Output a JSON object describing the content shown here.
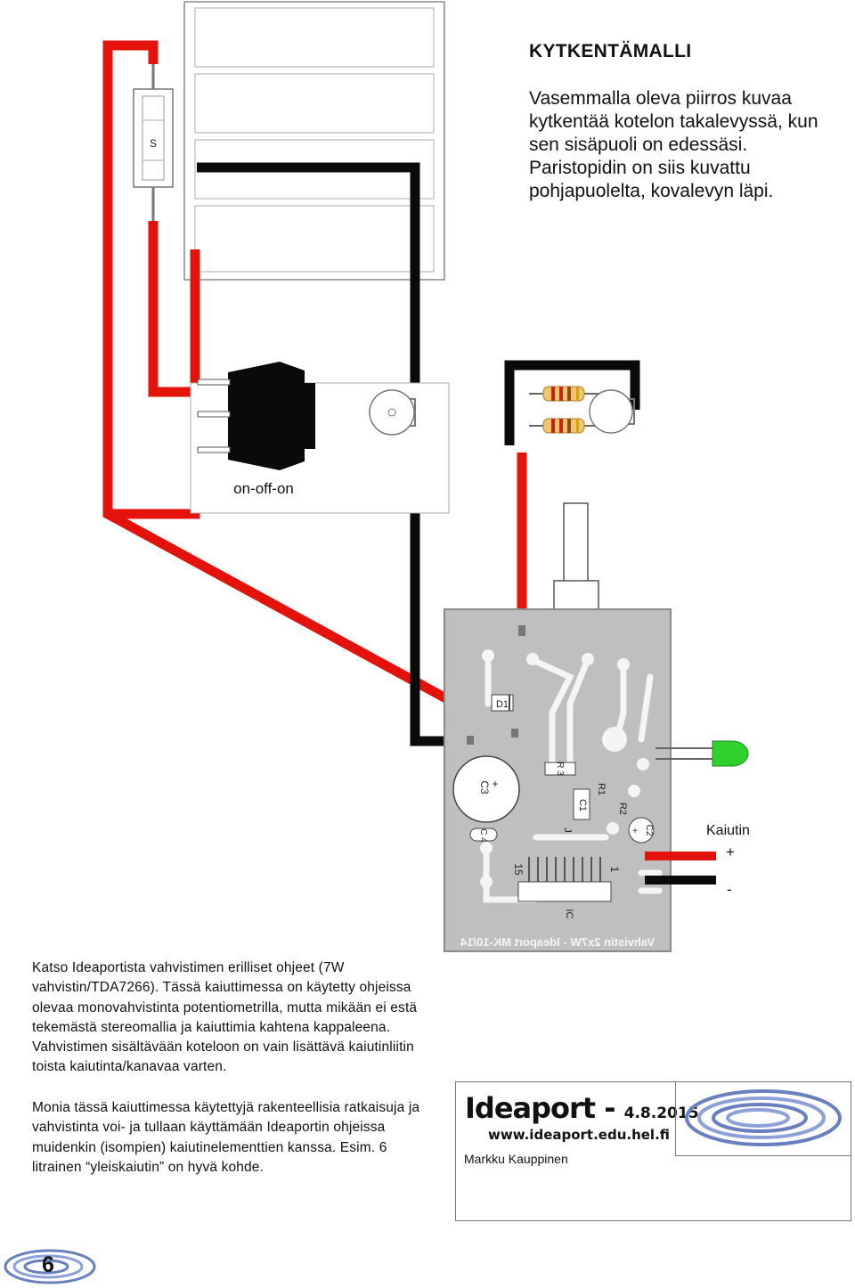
{
  "title": "KYTKENTÄMALLI",
  "intro": "Vasemmalla oleva piirros kuvaa kytkentää kotelon takalevyssä, kun sen sisäpuoli on edessäsi. Paristopidin on siis kuvattu pohjapuolelta, kovalevyn läpi.",
  "diagram": {
    "switch_label": "S",
    "onoff_label": "on-off-on",
    "speaker_label": "Kaiutin",
    "plus": "+",
    "minus": "-",
    "pcb_text": "Vahvistin 2x7W - Ideaport MK-10/14",
    "components": {
      "d1": "D1",
      "r3": "R 3",
      "r1": "R1",
      "r2": "R2",
      "c1": "C1",
      "c2": "C2",
      "c3": "C3",
      "c4": "C 4",
      "j": "J",
      "pin15": "15",
      "pin1": "1",
      "ic": "IC"
    },
    "colors": {
      "red": "#e3120b",
      "black": "#0a0a0a",
      "pcb": "#bfbfbf",
      "led": "#2fd12f"
    }
  },
  "paragraph1": "Katso Ideaportista vahvistimen erilliset ohjeet (7W vahvistin/TDA7266). Tässä kaiuttimessa on käytetty ohjeissa olevaa monovahvistinta potentiometrilla, mutta mikään ei estä tekemästä stereomallia ja kaiuttimia kahtena kappaleena. Vahvistimen sisältävään koteloon on vain lisättävä kaiutinliitin toista kaiutinta/kanavaa varten.",
  "paragraph2": "Monia tässä kaiuttimessa käytettyjä rakenteellisia ratkaisuja ja vahvistinta voi- ja tullaan käyttämään Ideaportin ohjeissa muidenkin (isompien) kaiutinelementtien kanssa. Esim. 6 litrainen “yleiskaiutin” on hyvä kohde.",
  "footer": {
    "brand": "Ideaport -",
    "date": "4.8.2015",
    "url": "www.ideaport.edu.hel.fi",
    "author": "Markku Kauppinen"
  },
  "page_number": "6"
}
